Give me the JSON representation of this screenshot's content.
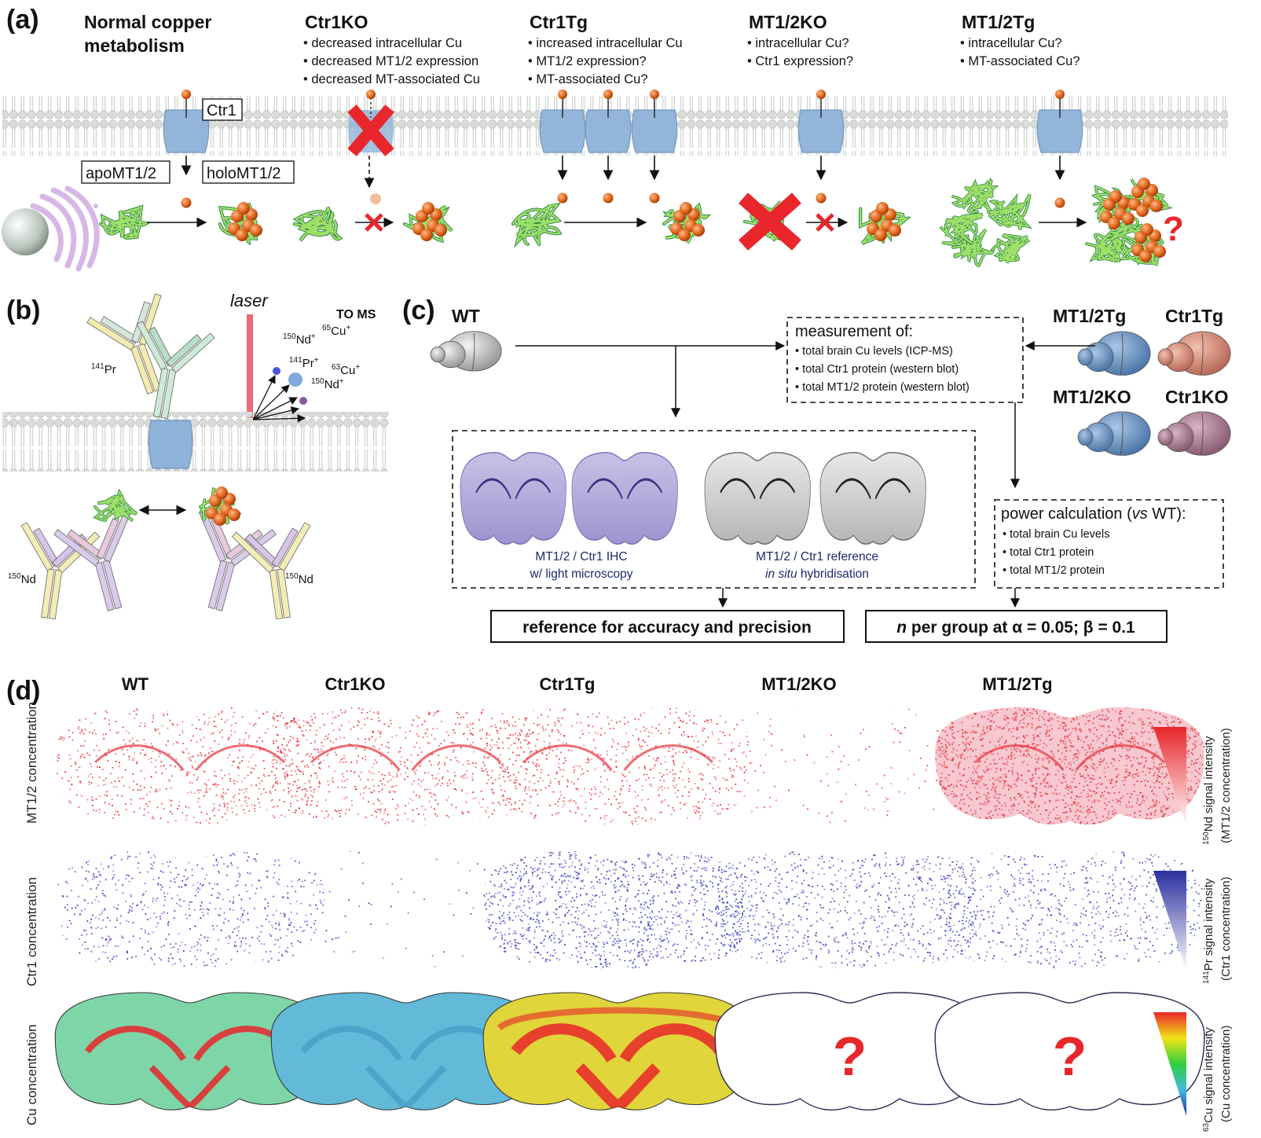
{
  "panels": {
    "a": {
      "label": "(a)",
      "groups": [
        {
          "title_lines": [
            "Normal copper",
            "metabolism"
          ],
          "bullets": []
        },
        {
          "title_lines": [
            "Ctr1KO"
          ],
          "bullets": [
            "• decreased intracellular Cu",
            "• decreased MT1/2 expression",
            "• decreased MT-associated Cu"
          ]
        },
        {
          "title_lines": [
            "Ctr1Tg"
          ],
          "bullets": [
            "• increased intracellular Cu",
            "• MT1/2 expression?",
            "• MT-associated Cu?"
          ]
        },
        {
          "title_lines": [
            "MT1/2KO"
          ],
          "bullets": [
            "• intracellular Cu?",
            "• Ctr1 expression?"
          ]
        },
        {
          "title_lines": [
            "MT1/2Tg"
          ],
          "bullets": [
            "• intracellular Cu?",
            "• MT-associated Cu?"
          ]
        }
      ],
      "box_labels": {
        "ctr1": "Ctr1",
        "apo": "apoMT1/2",
        "holo": "holoMT1/2"
      },
      "question_mark": "?"
    },
    "b": {
      "label": "(b)",
      "laser": "laser",
      "to_ms": "TO MS",
      "ions": [
        {
          "mass": "150",
          "el": "Nd",
          "charge": "+"
        },
        {
          "mass": "65",
          "el": "Cu",
          "charge": "+"
        },
        {
          "mass": "141",
          "el": "Pr",
          "charge": "+"
        },
        {
          "mass": "63",
          "el": "Cu",
          "charge": "+"
        },
        {
          "mass": "150",
          "el": "Nd",
          "charge": "+"
        }
      ],
      "antibody_tags": [
        {
          "mass": "141",
          "el": "Pr"
        },
        {
          "mass": "150",
          "el": "Nd"
        },
        {
          "mass": "150",
          "el": "Nd"
        }
      ]
    },
    "c": {
      "label": "(c)",
      "wt": "WT",
      "measurement_title": "measurement of:",
      "measurement_items": [
        "• total brain Cu levels (ICP-MS)",
        "• total Ctr1 protein (western blot)",
        "• total MT1/2 protein (western blot)"
      ],
      "models": [
        "MT1/2Tg",
        "Ctr1Tg",
        "MT1/2KO",
        "Ctr1KO"
      ],
      "ihc_caption": [
        "MT1/2 / Ctr1 IHC",
        "w/ light microscopy"
      ],
      "ish_caption_1": "MT1/2 / Ctr1 reference",
      "ish_caption_2a": "in situ",
      "ish_caption_2b": " hybridisation",
      "power_title_a": "power calculation (",
      "power_title_b": "vs",
      "power_title_c": " WT):",
      "power_items": [
        "• total brain Cu levels",
        "• total Ctr1 protein",
        "• total MT1/2 protein"
      ],
      "reference_box": "reference for accuracy and precision",
      "n_box_n": "n",
      "n_box_rest": " per group at α = 0.05; β = 0.1"
    },
    "d": {
      "label": "(d)",
      "columns": [
        "WT",
        "Ctr1KO",
        "Ctr1Tg",
        "MT1/2KO",
        "MT1/2Tg"
      ],
      "rows": [
        "MT1/2 concentration",
        "Ctr1 concentration",
        "Cu concentration"
      ],
      "scales": [
        {
          "mass": "150",
          "el": "Nd",
          "text": " signal intensity",
          "line2": "(MT1/2 concentration)"
        },
        {
          "mass": "141",
          "el": "Pr",
          "text": " signal intensity",
          "line2": "(Ctr1 concentration)"
        },
        {
          "mass": "63",
          "el": "Cu",
          "text": " signal intensity",
          "line2": "(Cu concentration)"
        }
      ],
      "question_mark": "?"
    }
  },
  "colors": {
    "membrane_head": "#d6d9d6",
    "membrane_tail": "#bfc3bf",
    "ctr1": "#8fb3d9",
    "copper": "#e2661c",
    "red_x": "#e8262b",
    "nd_red": "#e8313a",
    "pr_blue": "#3b3fbf"
  }
}
